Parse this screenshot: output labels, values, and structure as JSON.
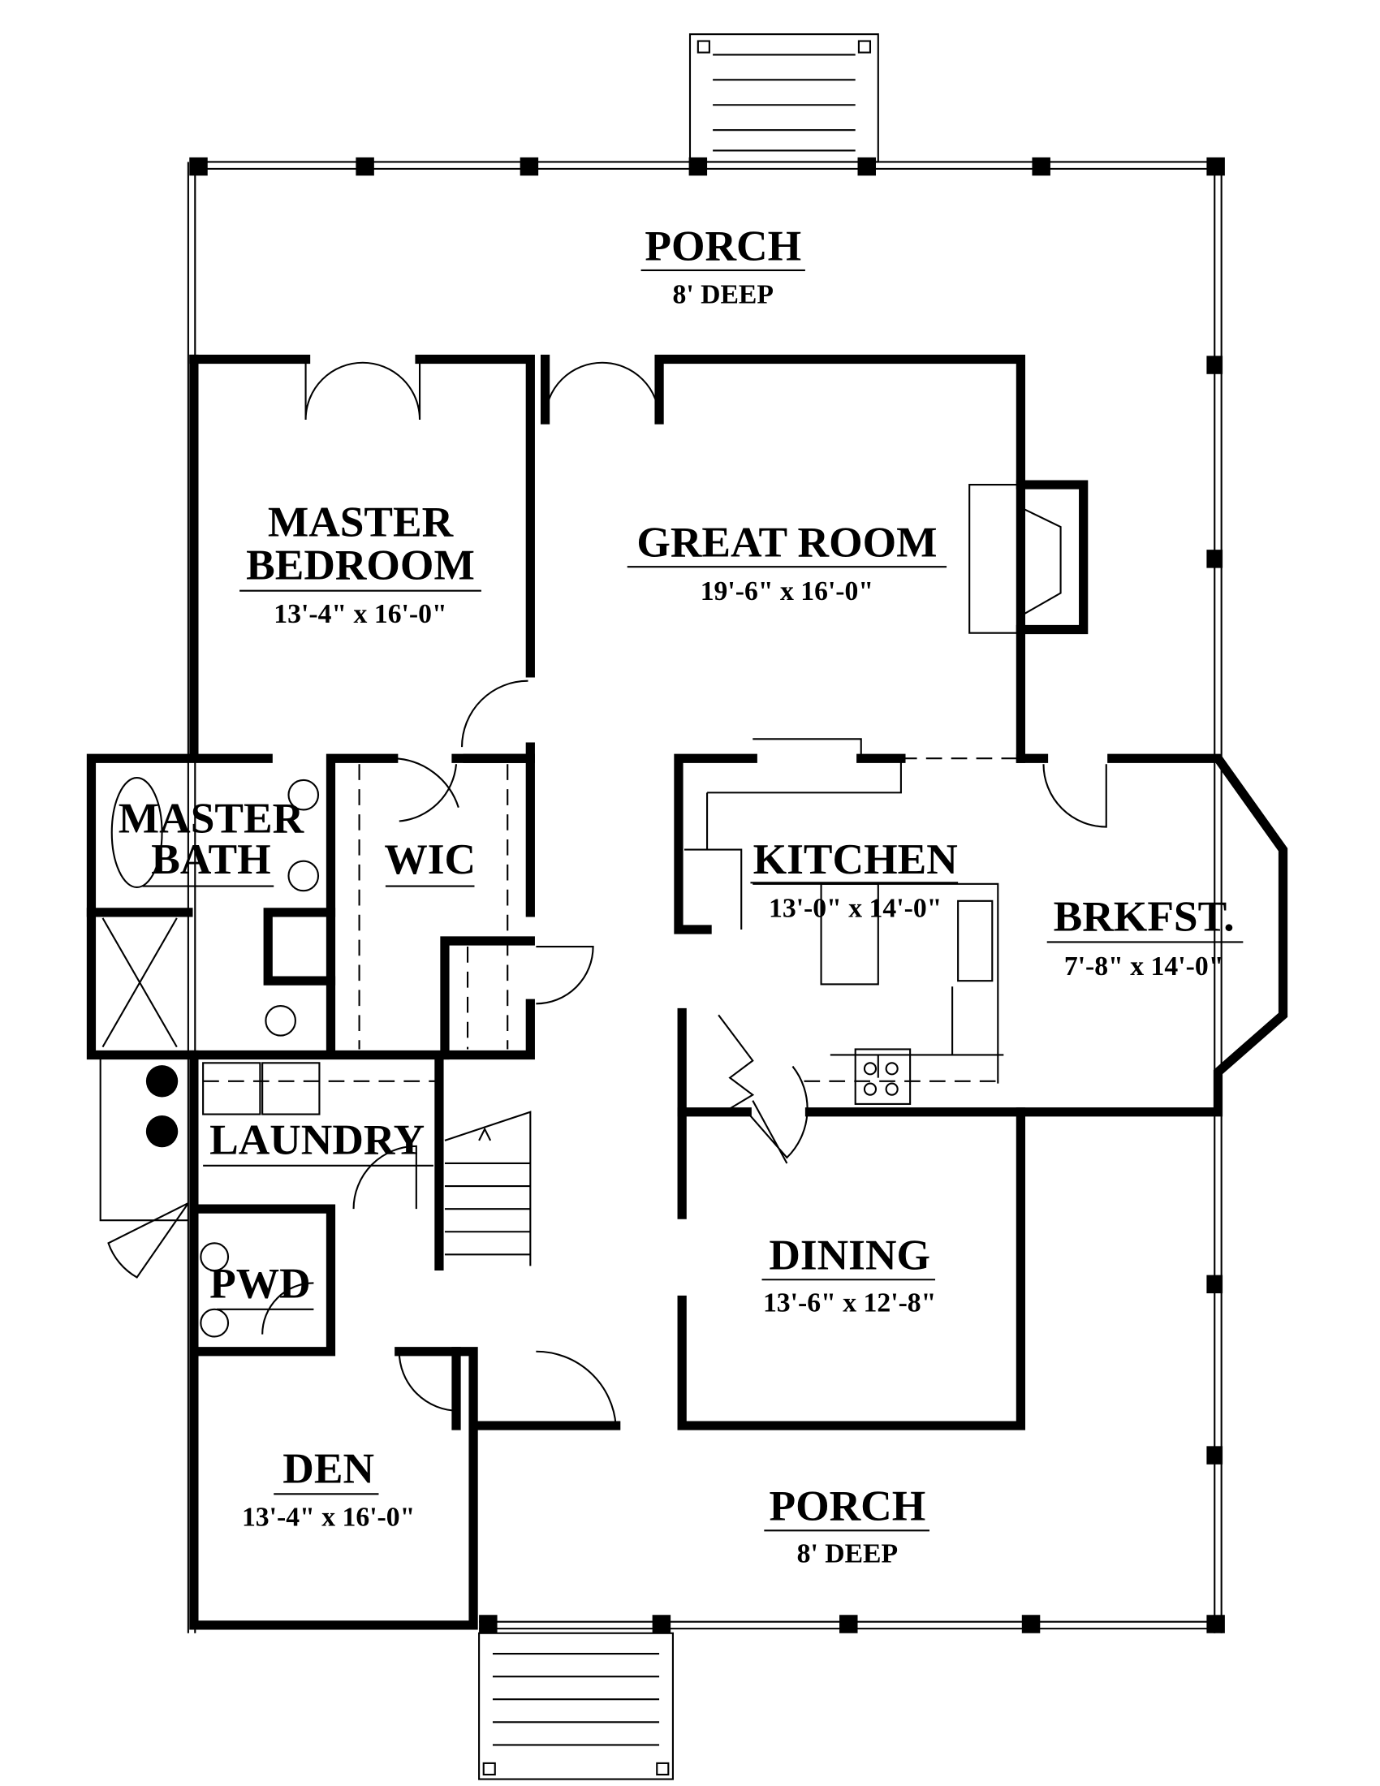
{
  "plan": {
    "rooms": [
      {
        "id": "porch-rear",
        "name": "PORCH",
        "dims": "8' DEEP"
      },
      {
        "id": "master-bedroom",
        "name_line1": "MASTER",
        "name_line2": "BEDROOM",
        "dims": "13'-4\" x 16'-0\""
      },
      {
        "id": "great-room",
        "name": "GREAT ROOM",
        "dims": "19'-6\" x 16'-0\""
      },
      {
        "id": "master-bath",
        "name_line1": "MASTER",
        "name_line2": "BATH"
      },
      {
        "id": "wic",
        "name": "WIC"
      },
      {
        "id": "kitchen",
        "name": "KITCHEN",
        "dims": "13'-0\" x 14'-0\""
      },
      {
        "id": "brkfst",
        "name": "BRKFST.",
        "dims": "7'-8\" x 14'-0\""
      },
      {
        "id": "laundry",
        "name": "LAUNDRY"
      },
      {
        "id": "pwd",
        "name": "PWD"
      },
      {
        "id": "dining",
        "name": "DINING",
        "dims": "13'-6\" x 12'-8\""
      },
      {
        "id": "den",
        "name": "DEN",
        "dims": "13'-4\" x 16'-0\""
      },
      {
        "id": "porch-front",
        "name": "PORCH",
        "dims": "8' DEEP"
      }
    ]
  }
}
